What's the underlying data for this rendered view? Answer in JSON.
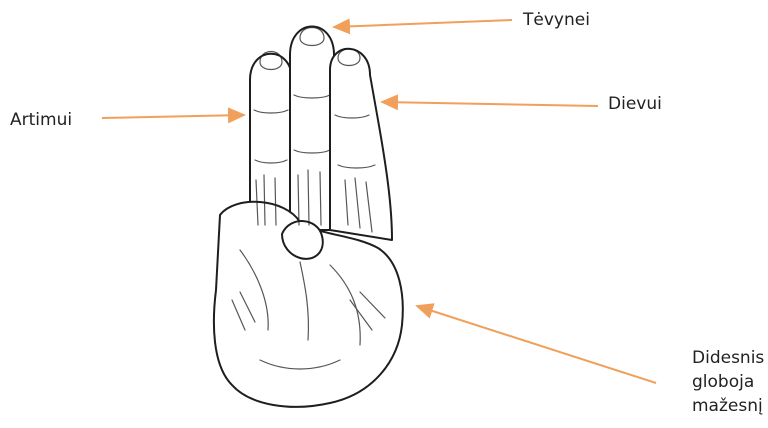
{
  "labels": {
    "top_finger": "Tėvynei",
    "right_finger": "Dievui",
    "left_finger": "Artimui"
  },
  "caption_lines": [
    "Didesnis",
    "globoja",
    "mažesnį"
  ],
  "colors": {
    "arrow": "#f0a05a",
    "ink": "#222222"
  },
  "illustration": "hand-three-finger-salute-sketch"
}
